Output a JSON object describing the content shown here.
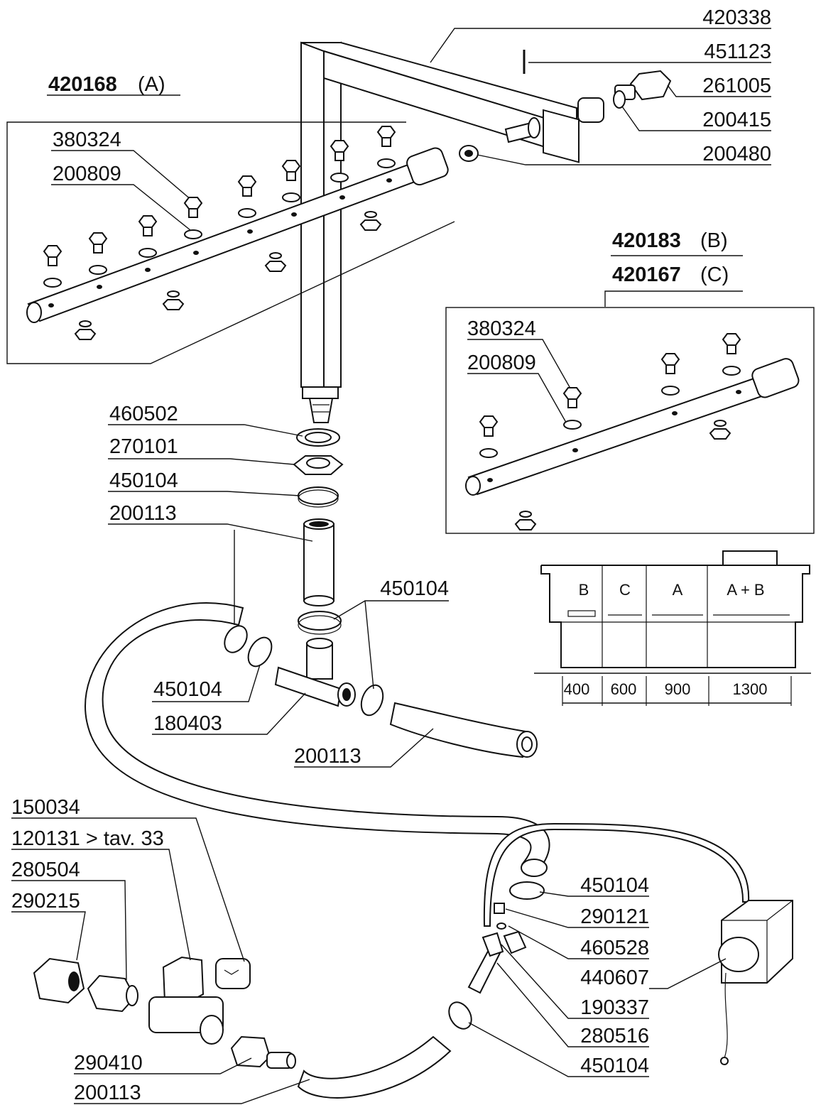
{
  "labels": {
    "top_right": [
      "420338",
      "451123",
      "261005",
      "200415",
      "200480"
    ],
    "group_a": {
      "code": "420168",
      "suffix": "(A)"
    },
    "group_a_parts": [
      "380324",
      "200809"
    ],
    "group_b": {
      "code": "420183",
      "suffix": "(B)"
    },
    "group_c": {
      "code": "420167",
      "suffix": "(C)"
    },
    "group_bc_parts": [
      "380324",
      "200809"
    ],
    "middle_left": [
      "460502",
      "270101",
      "450104",
      "200113"
    ],
    "middle_right": "450104",
    "tee_left": [
      "450104",
      "180403"
    ],
    "hose_mid": "200113",
    "bottom_left": [
      "150034",
      "120131 > tav. 33",
      "280504",
      "290215"
    ],
    "bottom_right": [
      "450104",
      "290121",
      "460528",
      "440607",
      "190337",
      "280516",
      "450104"
    ],
    "bottom_bottom": [
      "290410",
      "200113"
    ]
  },
  "machine": {
    "sections": [
      "B",
      "C",
      "A",
      "A + B"
    ],
    "dimensions": [
      "400",
      "600",
      "900",
      "1300"
    ]
  }
}
